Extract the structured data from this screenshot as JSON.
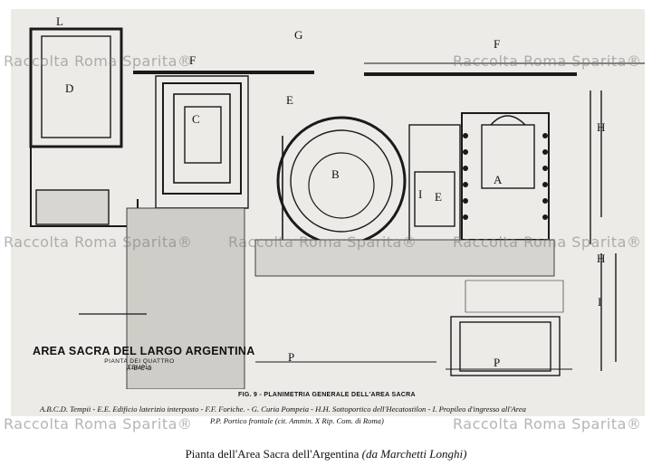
{
  "figure": {
    "area_title": "AREA SACRA DEL LARGO ARGENTINA",
    "area_subtitle_1": "PIANTA DEI QUATTRO TEMPLI",
    "area_subtitle_2": "A-B-C-D",
    "fig_caption": "FIG. 9 - PLANIMETRIA GENERALE DELL'AREA SACRA",
    "legend_line_1": "A.B.C.D. Tempii - E.E. Edificio laterizio interposto - F.F. Foriche. - G. Curia Pompeia - H.H. Sottoportico dell'Hecatostilon - I. Propileo d'ingresso all'Area",
    "legend_line_2": "P.P. Portico frontale (cit. Ammin. X Rip. Com. di Roma)"
  },
  "plan_labels": {
    "L": "L",
    "D": "D",
    "C": "C",
    "G": "G",
    "F1": "F",
    "F2": "F",
    "E1": "E",
    "E2": "E",
    "I1": "I",
    "I2": "I",
    "B": "B",
    "A": "A",
    "H1": "H",
    "H2": "H",
    "P1": "P",
    "P2": "P"
  },
  "watermark": "Raccolta Roma Sparita®",
  "caption": {
    "main": "Pianta dell'Area Sacra dell'Argentina",
    "source": "(da Marchetti Longhi)"
  }
}
